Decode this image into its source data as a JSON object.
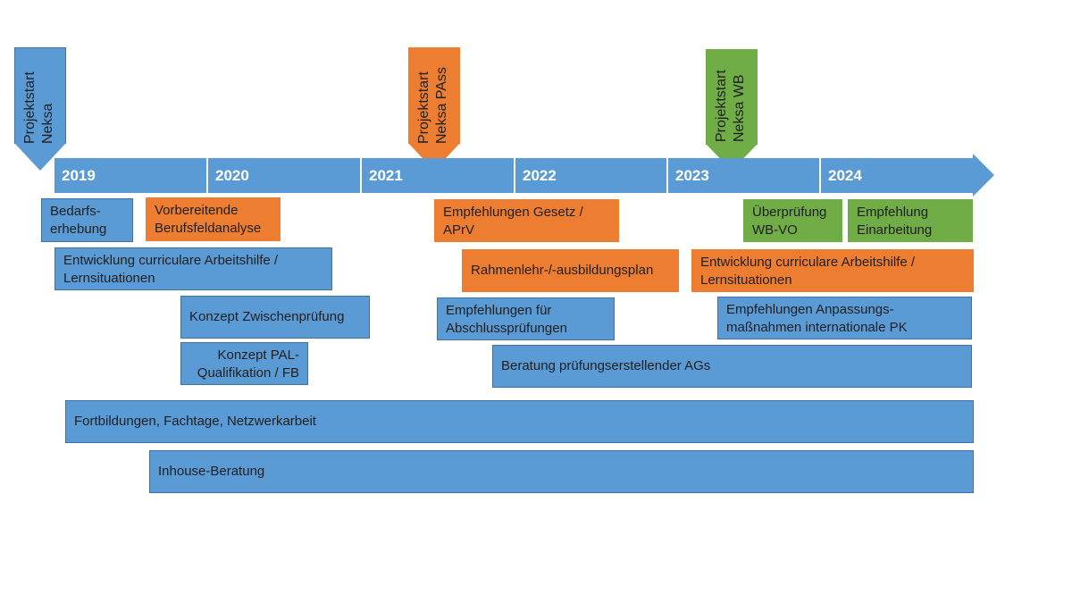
{
  "colors": {
    "blue": "#5b9bd5",
    "orange": "#ed7d31",
    "green": "#70ad47"
  },
  "milestones": [
    {
      "line1": "Projektstart",
      "line2": "Neksa",
      "color": "blue"
    },
    {
      "line1": "Projektstart",
      "line2": "Neksa PAss",
      "color": "orange"
    },
    {
      "line1": "Projektstart",
      "line2": "Neksa WB",
      "color": "green"
    }
  ],
  "years": [
    "2019",
    "2020",
    "2021",
    "2022",
    "2023",
    "2024"
  ],
  "tasks": [
    {
      "text": "Bedarfs-\nerhebung",
      "color": "blue"
    },
    {
      "text": "Vorbereitende\nBerufsfeldanalyse",
      "color": "orange"
    },
    {
      "text": "Empfehlungen Gesetz /\nAPrV",
      "color": "orange"
    },
    {
      "text": "Überprüfung\nWB-VO",
      "color": "green"
    },
    {
      "text": "Empfehlung\nEinarbeitung",
      "color": "green"
    },
    {
      "text": "Entwicklung curriculare Arbeitshilfe /\nLernsituationen",
      "color": "blue"
    },
    {
      "text": "Rahmenlehr-/-ausbildungsplan",
      "color": "orange"
    },
    {
      "text": "Entwicklung curriculare Arbeitshilfe /\nLernsituationen",
      "color": "orange"
    },
    {
      "text": "Konzept Zwischenprüfung",
      "color": "blue"
    },
    {
      "text": "Empfehlungen für\nAbschlussprüfungen",
      "color": "blue"
    },
    {
      "text": "Empfehlungen Anpassungs-\nmaßnahmen internationale PK",
      "color": "blue"
    },
    {
      "text": "Konzept PAL-\nQualifikation / FB",
      "color": "blue"
    },
    {
      "text": "Beratung prüfungserstellender AGs",
      "color": "blue"
    },
    {
      "text": "Fortbildungen, Fachtage, Netzwerkarbeit",
      "color": "blue"
    },
    {
      "text": "Inhouse-Beratung",
      "color": "blue"
    }
  ]
}
